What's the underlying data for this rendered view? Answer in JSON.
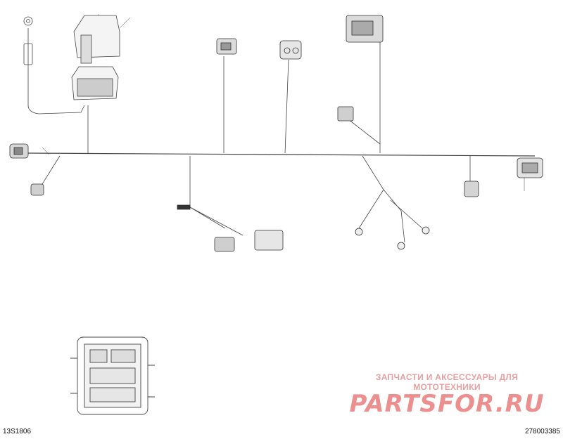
{
  "figure_code_left": "13S1806",
  "figure_code_right": "278003385",
  "watermark": {
    "line1": "ЗАПЧАСТИ И АКСЕССУАРЫ ДЛЯ МОТОТЕХНИКИ",
    "line2": "PARTSFOR.RU"
  },
  "colors": {
    "line": "#444444",
    "watermark": "#e07c7c"
  }
}
